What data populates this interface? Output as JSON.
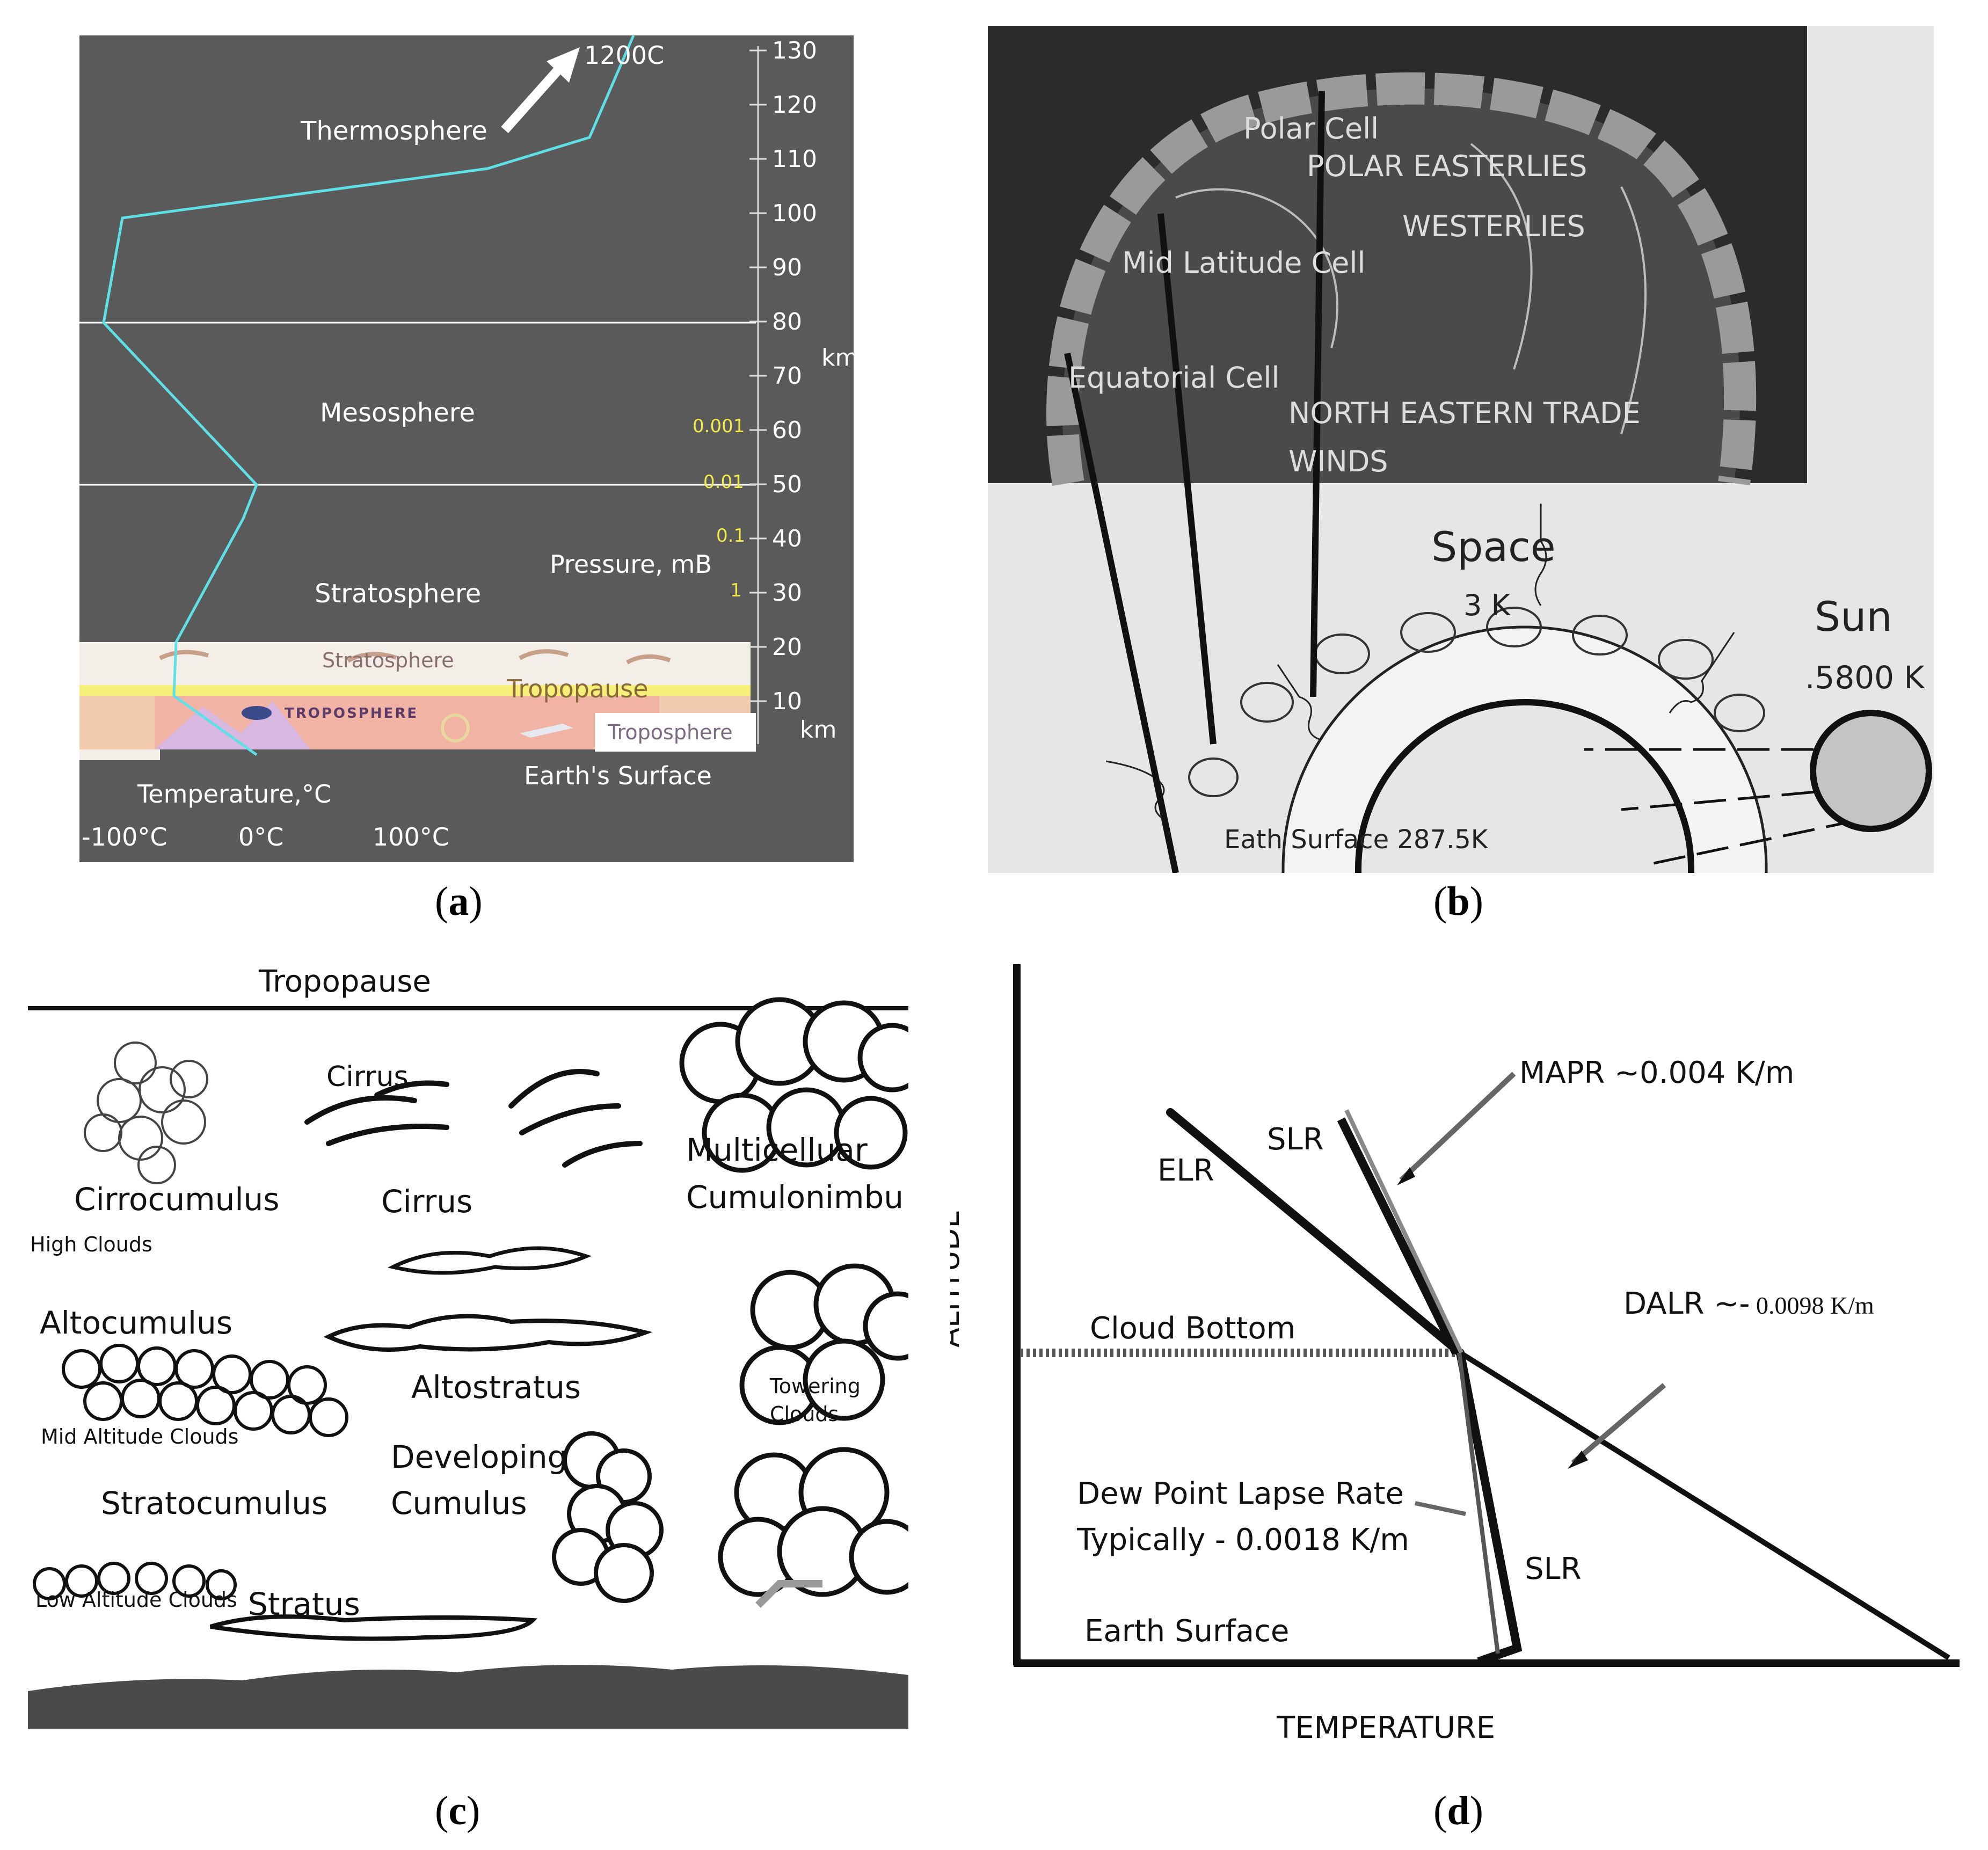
{
  "captions": {
    "a": "a",
    "b": "b",
    "c": "c",
    "d": "d"
  },
  "panel_a": {
    "layers": {
      "thermosphere": "Thermosphere",
      "mesosphere": "Mesosphere",
      "stratosphere": "Stratosphere",
      "stratosphere_band": "Stratosphere",
      "troposphere_band": "TROPOSPHERE",
      "tropopause": "Tropopause",
      "troposphere": "Troposphere",
      "earth_surface": "Earth's Surface"
    },
    "peak_temp": "1200C",
    "pressure_label": "Pressure, mB",
    "temp_axis_label": "Temperature,°C",
    "temp_ticks": [
      "-100°C",
      "0°C",
      "100°C"
    ],
    "alt_ticks": [
      "130",
      "120",
      "110",
      "100",
      "90",
      "80",
      "70",
      "60",
      "50",
      "40",
      "30",
      "20",
      "10"
    ],
    "alt_unit": "km",
    "alt_unit_bottom": "km",
    "pressure_ticks": [
      "0.001",
      "0.01",
      "0.1",
      "1"
    ],
    "colors": {
      "background": "#5a5a5a",
      "profile": "#5fe0e6",
      "pressure": "#f2e94a",
      "tropopause": "#f6ef7a"
    }
  },
  "panel_b": {
    "cells": {
      "polar": "Polar Cell",
      "mid": "Mid Latitude Cell",
      "equatorial": "Equatorial Cell"
    },
    "winds": {
      "polar_easterlies": "POLAR EASTERLIES",
      "westerlies": "WESTERLIES",
      "trade_1": "NORTH EASTERN TRADE",
      "trade_2": "WINDS"
    },
    "space": "Space",
    "space_temp": "3 K",
    "sun": "Sun",
    "sun_temp": ".5800 K",
    "surface": "Eath Surface 287.5K"
  },
  "panel_c": {
    "tropopause": "Tropopause",
    "clouds": {
      "cirrocumulus": "Cirrocumulus",
      "cirrus": "Cirrus",
      "cirrus_small": "Cirrus",
      "multicellular_1": "Multicelluar",
      "multicellular_2": "Cumulonimbu",
      "altocumulus": "Altocumulus",
      "altostratus": "Altostratus",
      "towering_1": "Towering",
      "towering_2": "Clouds",
      "developing_1": "Developing",
      "developing_2": "Cumulus",
      "stratocumulus": "Stratocumulus",
      "stratus": "Stratus"
    },
    "groups": {
      "high": "High Clouds",
      "mid": "Mid Altitude Clouds",
      "low": "Low Altitude Clouds"
    }
  },
  "panel_d": {
    "y_axis": "ALTITUDE",
    "x_axis": "TEMPERATURE",
    "elr": "ELR",
    "slr_top": "SLR",
    "slr_bottom": "SLR",
    "mapr": "MAPR ~0.004 K/m",
    "dalr_prefix": "DALR ~-",
    "dalr_value": " 0.0098 K/m",
    "cloud_bottom": "Cloud Bottom",
    "dew_1": "Dew Point Lapse Rate",
    "dew_2": "Typically - 0.0018 K/m",
    "earth_surface": "Earth Surface"
  }
}
